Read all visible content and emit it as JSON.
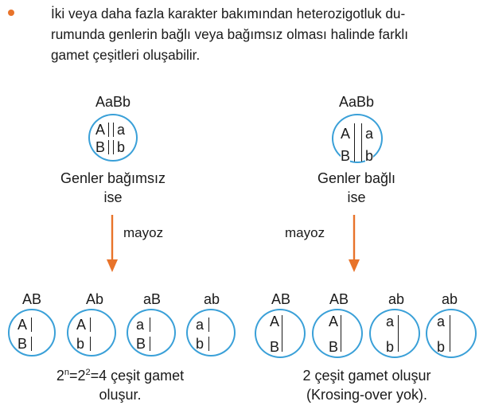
{
  "paragraph": {
    "line1": "İki veya daha fazla karakter bakımından heterozigotluk du-",
    "line2": "rumunda genlerin bağlı veya bağımsız olması halinde farklı",
    "line3": "gamet çeşitleri oluşabilir."
  },
  "left": {
    "genotype": "AaBb",
    "cell": {
      "top_left": "A",
      "top_right": "a",
      "bottom_left": "B",
      "bottom_right": "b"
    },
    "label_line1": "Genler bağımsız",
    "label_line2": "ise",
    "arrow_label": "mayoz",
    "gametes": [
      {
        "label": "AB",
        "top": "A",
        "bottom": "B"
      },
      {
        "label": "Ab",
        "top": "A",
        "bottom": "b"
      },
      {
        "label": "aB",
        "top": "a",
        "bottom": "B"
      },
      {
        "label": "ab",
        "top": "a",
        "bottom": "b"
      }
    ],
    "caption_pre": "2",
    "caption_exp1": "n",
    "caption_mid": "=2",
    "caption_exp2": "2",
    "caption_post": "=4 çeşit gamet",
    "caption_line2": "oluşur."
  },
  "right": {
    "genotype": "AaBb",
    "cell": {
      "top_left": "A",
      "top_right": "a",
      "bottom_left": "B",
      "bottom_right": "b"
    },
    "label_line1": "Genler bağlı",
    "label_line2": "ise",
    "arrow_label": "mayoz",
    "gametes": [
      {
        "label": "AB",
        "top": "A",
        "bottom": "B"
      },
      {
        "label": "AB",
        "top": "A",
        "bottom": "B"
      },
      {
        "label": "ab",
        "top": "a",
        "bottom": "b"
      },
      {
        "label": "ab",
        "top": "a",
        "bottom": "b"
      }
    ],
    "caption_line1": "2 çeşit gamet oluşur",
    "caption_line2": "(Krosing-over yok)."
  },
  "colors": {
    "bullet": "#e8732a",
    "arrow": "#e8732a",
    "circle": "#3aa0d8",
    "text": "#1a1a1a"
  }
}
